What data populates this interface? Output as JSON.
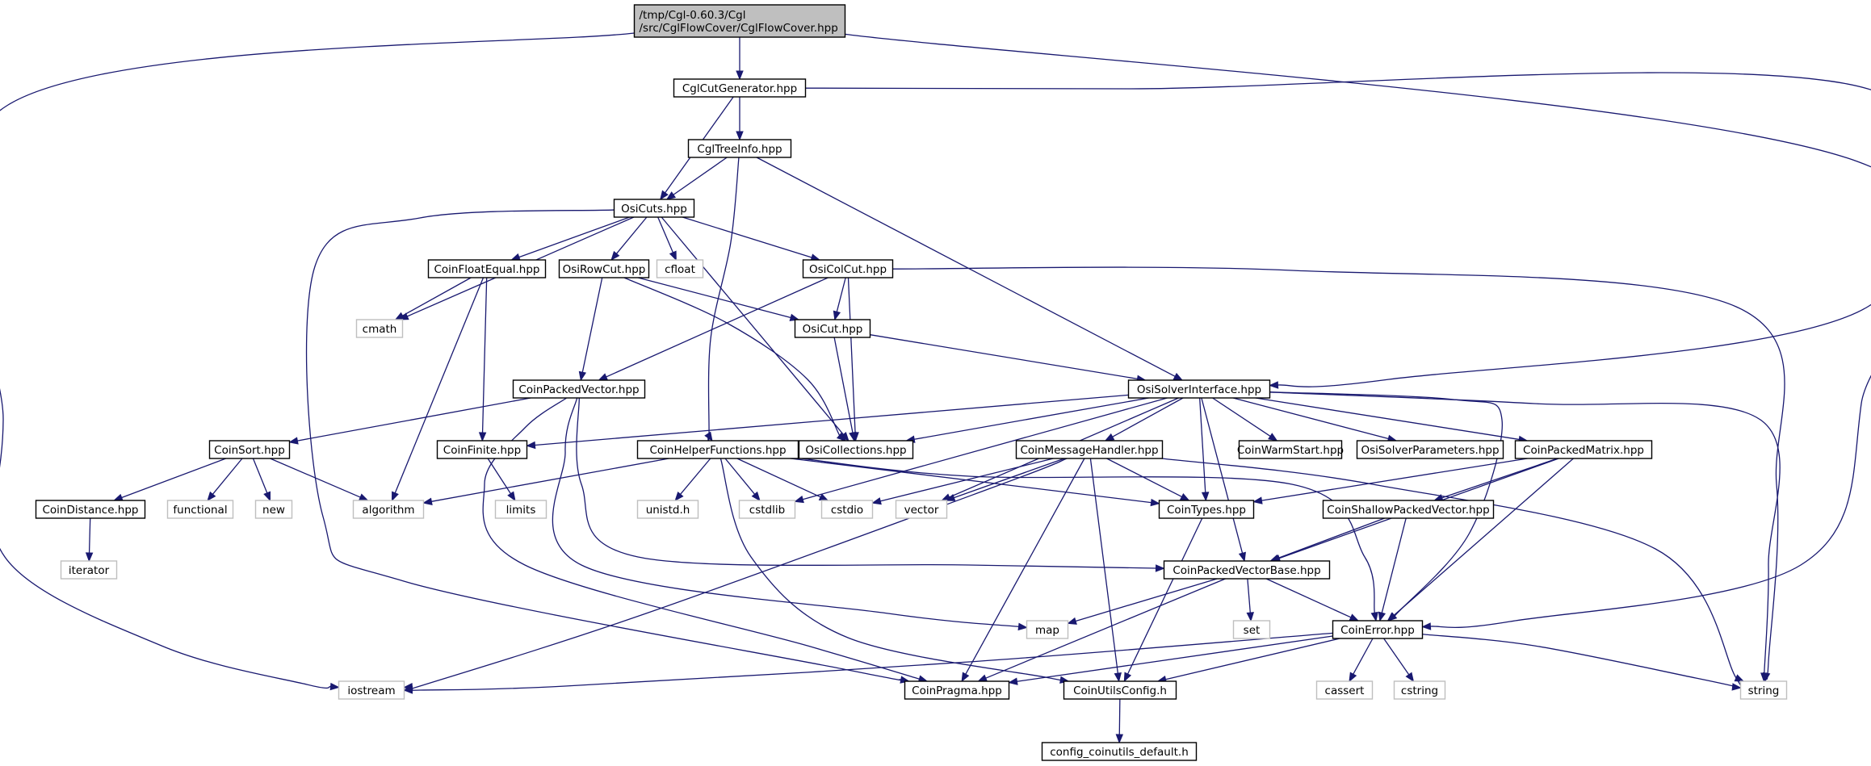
{
  "colors": {
    "edge": "#191970",
    "root_fill": "#bfbfbf",
    "internal_stroke": "#000000",
    "external_stroke": "#bfbfbf",
    "fill": "#ffffff",
    "text": "#000000"
  },
  "nodes": [
    {
      "id": "root",
      "lines": [
        "/tmp/Cgl-0.60.3/Cgl",
        "/src/CglFlowCover/CglFlowCover.hpp"
      ],
      "kind": "root"
    },
    {
      "id": "CglCutGenerator",
      "lines": [
        "CglCutGenerator.hpp"
      ],
      "kind": "internal"
    },
    {
      "id": "CglTreeInfo",
      "lines": [
        "CglTreeInfo.hpp"
      ],
      "kind": "internal"
    },
    {
      "id": "OsiCuts",
      "lines": [
        "OsiCuts.hpp"
      ],
      "kind": "internal"
    },
    {
      "id": "CoinFloatEqual",
      "lines": [
        "CoinFloatEqual.hpp"
      ],
      "kind": "internal"
    },
    {
      "id": "OsiRowCut",
      "lines": [
        "OsiRowCut.hpp"
      ],
      "kind": "internal"
    },
    {
      "id": "cfloat",
      "lines": [
        "cfloat"
      ],
      "kind": "external"
    },
    {
      "id": "OsiColCut",
      "lines": [
        "OsiColCut.hpp"
      ],
      "kind": "internal"
    },
    {
      "id": "cmath",
      "lines": [
        "cmath"
      ],
      "kind": "external"
    },
    {
      "id": "OsiCut",
      "lines": [
        "OsiCut.hpp"
      ],
      "kind": "internal"
    },
    {
      "id": "CoinPackedVector",
      "lines": [
        "CoinPackedVector.hpp"
      ],
      "kind": "internal"
    },
    {
      "id": "OsiSolverInterface",
      "lines": [
        "OsiSolverInterface.hpp"
      ],
      "kind": "internal"
    },
    {
      "id": "CoinSort",
      "lines": [
        "CoinSort.hpp"
      ],
      "kind": "internal"
    },
    {
      "id": "CoinFinite",
      "lines": [
        "CoinFinite.hpp"
      ],
      "kind": "internal"
    },
    {
      "id": "CoinHelperFunctions",
      "lines": [
        "CoinHelperFunctions.hpp"
      ],
      "kind": "internal"
    },
    {
      "id": "OsiCollections",
      "lines": [
        "OsiCollections.hpp"
      ],
      "kind": "internal"
    },
    {
      "id": "CoinMessageHandler",
      "lines": [
        "CoinMessageHandler.hpp"
      ],
      "kind": "internal"
    },
    {
      "id": "CoinWarmStart",
      "lines": [
        "CoinWarmStart.hpp"
      ],
      "kind": "internal"
    },
    {
      "id": "OsiSolverParameters",
      "lines": [
        "OsiSolverParameters.hpp"
      ],
      "kind": "internal"
    },
    {
      "id": "CoinPackedMatrix",
      "lines": [
        "CoinPackedMatrix.hpp"
      ],
      "kind": "internal"
    },
    {
      "id": "CoinDistance",
      "lines": [
        "CoinDistance.hpp"
      ],
      "kind": "internal"
    },
    {
      "id": "functional",
      "lines": [
        "functional"
      ],
      "kind": "external"
    },
    {
      "id": "new",
      "lines": [
        "new"
      ],
      "kind": "external"
    },
    {
      "id": "algorithm",
      "lines": [
        "algorithm"
      ],
      "kind": "external"
    },
    {
      "id": "limits",
      "lines": [
        "limits"
      ],
      "kind": "external"
    },
    {
      "id": "unistd",
      "lines": [
        "unistd.h"
      ],
      "kind": "external"
    },
    {
      "id": "cstdlib",
      "lines": [
        "cstdlib"
      ],
      "kind": "external"
    },
    {
      "id": "cstdio",
      "lines": [
        "cstdio"
      ],
      "kind": "external"
    },
    {
      "id": "vector",
      "lines": [
        "vector"
      ],
      "kind": "external"
    },
    {
      "id": "CoinTypes",
      "lines": [
        "CoinTypes.hpp"
      ],
      "kind": "internal"
    },
    {
      "id": "CoinShallowPackedVector",
      "lines": [
        "CoinShallowPackedVector.hpp"
      ],
      "kind": "internal"
    },
    {
      "id": "iterator",
      "lines": [
        "iterator"
      ],
      "kind": "external"
    },
    {
      "id": "CoinPackedVectorBase",
      "lines": [
        "CoinPackedVectorBase.hpp"
      ],
      "kind": "internal"
    },
    {
      "id": "map",
      "lines": [
        "map"
      ],
      "kind": "external"
    },
    {
      "id": "set",
      "lines": [
        "set"
      ],
      "kind": "external"
    },
    {
      "id": "CoinError",
      "lines": [
        "CoinError.hpp"
      ],
      "kind": "internal"
    },
    {
      "id": "iostream",
      "lines": [
        "iostream"
      ],
      "kind": "external"
    },
    {
      "id": "CoinPragma",
      "lines": [
        "CoinPragma.hpp"
      ],
      "kind": "internal"
    },
    {
      "id": "CoinUtilsConfig",
      "lines": [
        "CoinUtilsConfig.h"
      ],
      "kind": "internal"
    },
    {
      "id": "cassert",
      "lines": [
        "cassert"
      ],
      "kind": "external"
    },
    {
      "id": "cstring",
      "lines": [
        "cstring"
      ],
      "kind": "external"
    },
    {
      "id": "string",
      "lines": [
        "string"
      ],
      "kind": "external"
    },
    {
      "id": "config_coinutils_default",
      "lines": [
        "config_coinutils_default.h"
      ],
      "kind": "internal"
    }
  ],
  "edges": [
    [
      "root",
      "CglCutGenerator"
    ],
    [
      "root",
      "iostream"
    ],
    [
      "root",
      "CoinError"
    ],
    [
      "CglCutGenerator",
      "CglTreeInfo"
    ],
    [
      "CglCutGenerator",
      "OsiCuts"
    ],
    [
      "CglCutGenerator",
      "OsiSolverInterface"
    ],
    [
      "CglTreeInfo",
      "OsiCuts"
    ],
    [
      "CglTreeInfo",
      "OsiSolverInterface"
    ],
    [
      "CglTreeInfo",
      "CoinHelperFunctions"
    ],
    [
      "OsiCuts",
      "cmath"
    ],
    [
      "OsiCuts",
      "CoinFloatEqual"
    ],
    [
      "OsiCuts",
      "OsiRowCut"
    ],
    [
      "OsiCuts",
      "cfloat"
    ],
    [
      "OsiCuts",
      "OsiColCut"
    ],
    [
      "OsiCuts",
      "OsiCollections"
    ],
    [
      "OsiCuts",
      "CoinPragma"
    ],
    [
      "CoinFloatEqual",
      "cmath"
    ],
    [
      "CoinFloatEqual",
      "algorithm"
    ],
    [
      "CoinFloatEqual",
      "CoinFinite"
    ],
    [
      "OsiRowCut",
      "OsiCut"
    ],
    [
      "OsiRowCut",
      "CoinPackedVector"
    ],
    [
      "OsiRowCut",
      "OsiCollections"
    ],
    [
      "OsiColCut",
      "OsiCut"
    ],
    [
      "OsiColCut",
      "CoinPackedVector"
    ],
    [
      "OsiColCut",
      "OsiCollections"
    ],
    [
      "OsiColCut",
      "string"
    ],
    [
      "OsiCut",
      "OsiCollections"
    ],
    [
      "OsiCut",
      "OsiSolverInterface"
    ],
    [
      "CoinPackedVector",
      "CoinSort"
    ],
    [
      "CoinPackedVector",
      "map"
    ],
    [
      "CoinPackedVector",
      "CoinPackedVectorBase"
    ],
    [
      "CoinPackedVector",
      "CoinPragma"
    ],
    [
      "OsiSolverInterface",
      "CoinFinite"
    ],
    [
      "OsiSolverInterface",
      "OsiCollections"
    ],
    [
      "OsiSolverInterface",
      "CoinMessageHandler"
    ],
    [
      "OsiSolverInterface",
      "CoinWarmStart"
    ],
    [
      "OsiSolverInterface",
      "OsiSolverParameters"
    ],
    [
      "OsiSolverInterface",
      "CoinPackedMatrix"
    ],
    [
      "OsiSolverInterface",
      "cstdlib"
    ],
    [
      "OsiSolverInterface",
      "vector"
    ],
    [
      "OsiSolverInterface",
      "CoinTypes"
    ],
    [
      "OsiSolverInterface",
      "CoinPackedVectorBase"
    ],
    [
      "OsiSolverInterface",
      "CoinError"
    ],
    [
      "OsiSolverInterface",
      "string"
    ],
    [
      "CoinSort",
      "CoinDistance"
    ],
    [
      "CoinSort",
      "functional"
    ],
    [
      "CoinSort",
      "new"
    ],
    [
      "CoinSort",
      "algorithm"
    ],
    [
      "CoinFinite",
      "limits"
    ],
    [
      "CoinHelperFunctions",
      "algorithm"
    ],
    [
      "CoinHelperFunctions",
      "unistd"
    ],
    [
      "CoinHelperFunctions",
      "cstdlib"
    ],
    [
      "CoinHelperFunctions",
      "cstdio"
    ],
    [
      "CoinHelperFunctions",
      "CoinTypes"
    ],
    [
      "CoinHelperFunctions",
      "CoinError"
    ],
    [
      "CoinHelperFunctions",
      "CoinUtilsConfig"
    ],
    [
      "CoinMessageHandler",
      "iostream"
    ],
    [
      "CoinMessageHandler",
      "cstdio"
    ],
    [
      "CoinMessageHandler",
      "vector"
    ],
    [
      "CoinMessageHandler",
      "CoinTypes"
    ],
    [
      "CoinMessageHandler",
      "CoinPragma"
    ],
    [
      "CoinMessageHandler",
      "CoinUtilsConfig"
    ],
    [
      "CoinMessageHandler",
      "string"
    ],
    [
      "CoinPackedMatrix",
      "CoinTypes"
    ],
    [
      "CoinPackedMatrix",
      "CoinShallowPackedVector"
    ],
    [
      "CoinPackedMatrix",
      "CoinPackedVectorBase"
    ],
    [
      "CoinPackedMatrix",
      "CoinError"
    ],
    [
      "CoinDistance",
      "iterator"
    ],
    [
      "CoinTypes",
      "CoinUtilsConfig"
    ],
    [
      "CoinShallowPackedVector",
      "CoinPackedVectorBase"
    ],
    [
      "CoinShallowPackedVector",
      "CoinError"
    ],
    [
      "CoinPackedVectorBase",
      "map"
    ],
    [
      "CoinPackedVectorBase",
      "set"
    ],
    [
      "CoinPackedVectorBase",
      "CoinError"
    ],
    [
      "CoinPackedVectorBase",
      "CoinPragma"
    ],
    [
      "CoinError",
      "iostream"
    ],
    [
      "CoinError",
      "CoinPragma"
    ],
    [
      "CoinError",
      "CoinUtilsConfig"
    ],
    [
      "CoinError",
      "cassert"
    ],
    [
      "CoinError",
      "cstring"
    ],
    [
      "CoinError",
      "string"
    ],
    [
      "CoinUtilsConfig",
      "config_coinutils_default"
    ]
  ]
}
